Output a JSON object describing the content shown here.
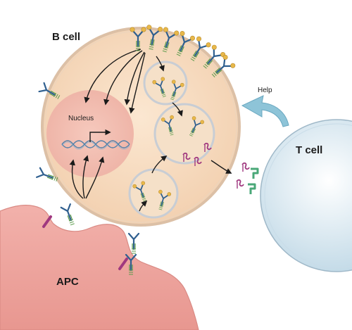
{
  "labels": {
    "b_cell": "B cell",
    "t_cell": "T cell",
    "apc": "APC",
    "nucleus": "Nucleus",
    "help": "Help"
  },
  "colors": {
    "background": "#ffffff",
    "b_cell_fill": "#f7dcc0",
    "b_cell_outline": "#d9bfa6",
    "nucleus_fill": "#f2bcb0",
    "vesicle_fill": "#f3dcc2",
    "vesicle_outline": "#c9cfd6",
    "t_cell_fill": "#d7e8f2",
    "t_cell_outline": "#9fb8c8",
    "apc_fill": "#f0a9a4",
    "help_arrow": "#8ec4d8",
    "antibody_blue": "#2f5f8f",
    "antibody_green": "#5a9a4a",
    "antigen_gold": "#e8b84a",
    "peptide_magenta": "#a0387f",
    "tcr_green": "#4aa878",
    "arrow": "#1a1a1a"
  }
}
